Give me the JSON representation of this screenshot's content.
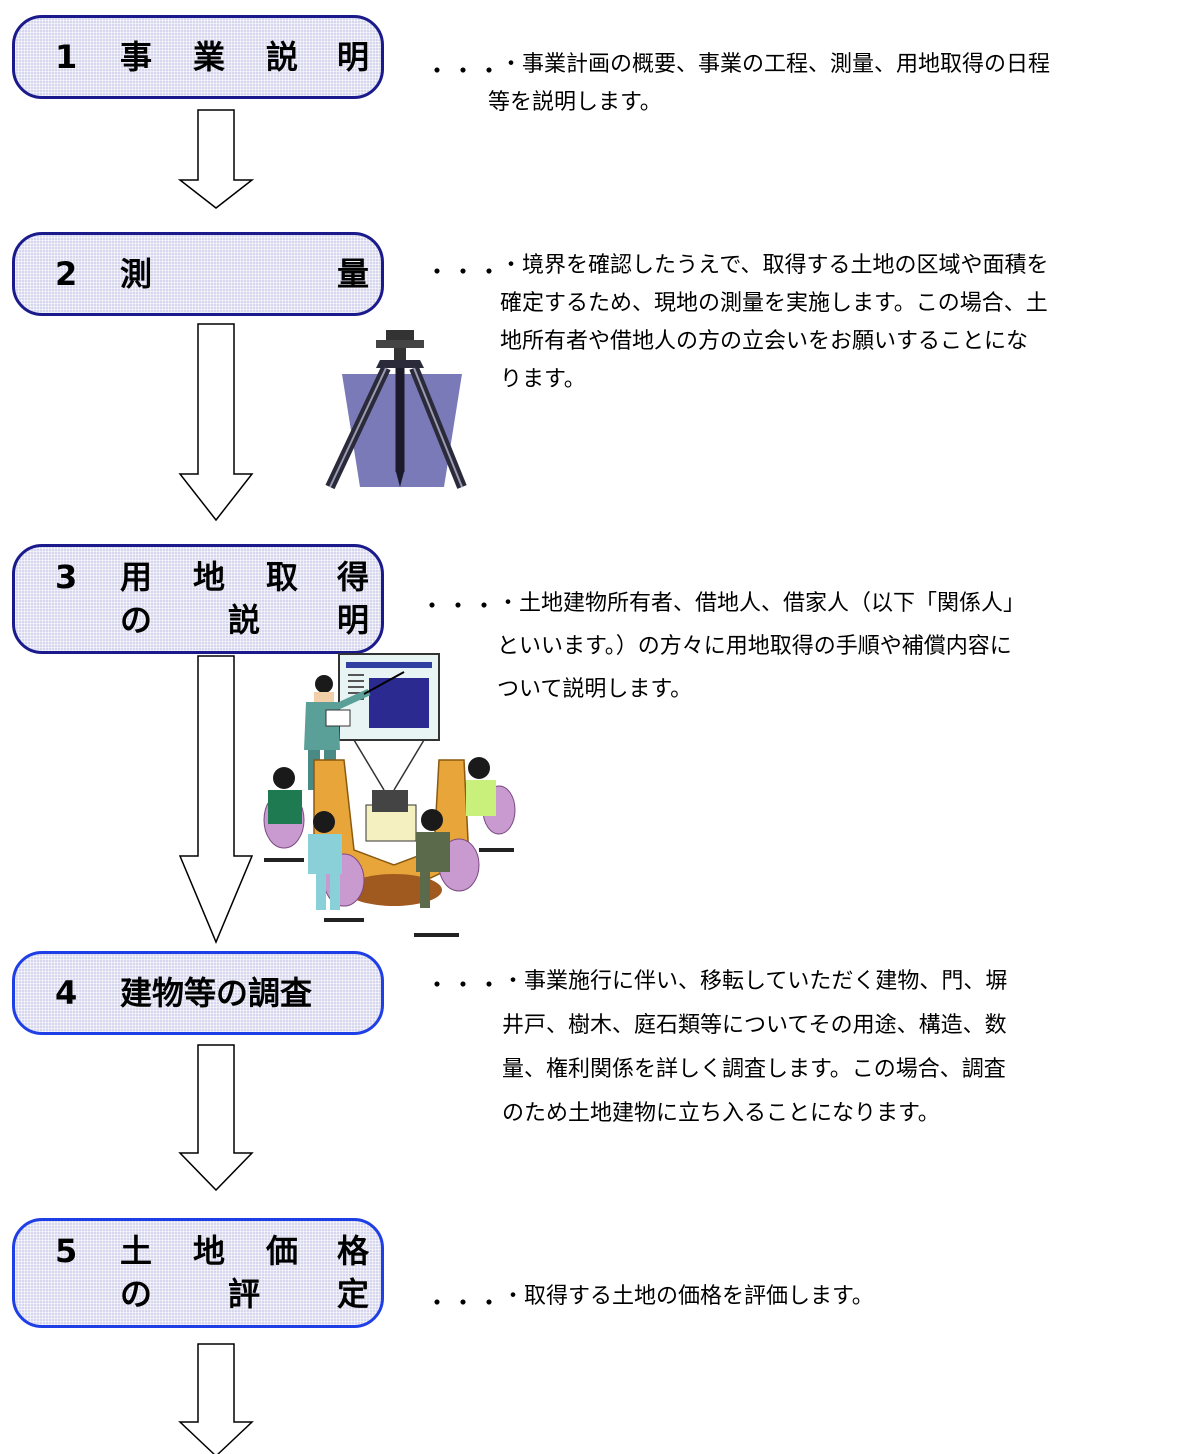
{
  "steps": [
    {
      "lines": [
        [
          "1",
          "事",
          "業",
          "説",
          "明"
        ]
      ],
      "bullet": "・・・",
      "desc": [
        "・事業計画の概要、事業の工程、測量、用地取得の日程",
        "等を説明します。"
      ]
    },
    {
      "lines": [
        [
          "2",
          "測",
          "量"
        ]
      ],
      "bullet": "・・・",
      "desc": [
        "・境界を確認したうえで、取得する土地の区域や面積を",
        "確定するため、現地の測量を実施します。この場合、土",
        "地所有者や借地人の方の立会いをお願いすることにな",
        "ります。"
      ]
    },
    {
      "lines": [
        [
          "3",
          "用",
          "地",
          "取",
          "得"
        ],
        [
          "の",
          "説",
          "明"
        ]
      ],
      "bullet": "・・・",
      "desc": [
        "・土地建物所有者、借地人、借家人（以下「関係人」",
        "といいます。）の方々に用地取得の手順や補償内容に",
        "ついて説明します。"
      ]
    },
    {
      "lines": [
        [
          "4",
          "建物等の調査"
        ]
      ],
      "bullet": "・・・",
      "desc": [
        "・事業施行に伴い、移転していただく建物、門、塀",
        "井戸、樹木、庭石類等についてその用途、構造、数",
        "量、権利関係を詳しく調査します。この場合、調査",
        "のため土地建物に立ち入ることになります。"
      ]
    },
    {
      "lines": [
        [
          "5",
          "土",
          "地",
          "価",
          "格"
        ],
        [
          "の",
          "評",
          "定"
        ]
      ],
      "bullet": "・・・",
      "desc": [
        "・取得する土地の価格を評価します。"
      ]
    }
  ],
  "colors": {
    "box_border": "#1a1a8c",
    "box_border_blue": "#1f3fe6",
    "box_fill": "#d6d6ee"
  },
  "icons": [
    "survey-tripod-icon",
    "meeting-presentation-icon"
  ]
}
